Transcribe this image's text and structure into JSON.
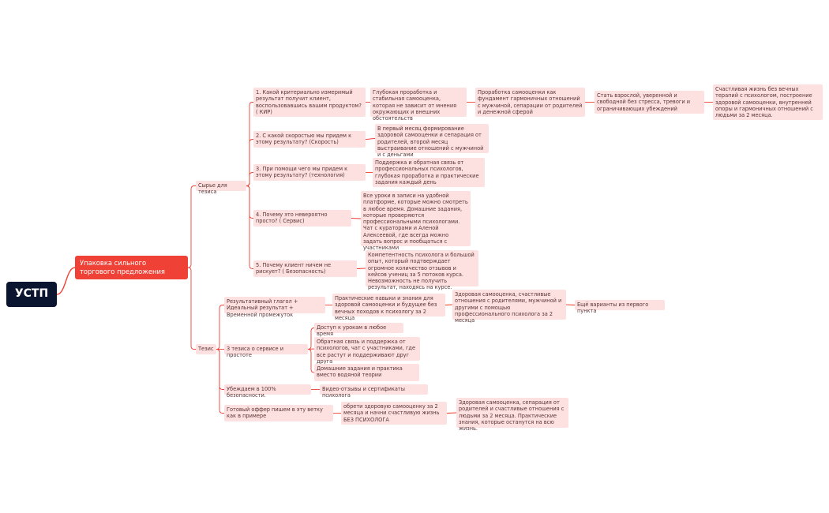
{
  "mindmap": {
    "root": "УСТП",
    "main": "Упаковка сильного торгового предложения",
    "branch1": {
      "label": "Сырье для тезиса",
      "q1": "1. Какой критериально измеримый результат получит клиент, воспользовавшись вашим продуктом? ( КИР)",
      "q1_a": "Глубокая проработка и стабильная самооценка, которая не зависит от мнения окружающих и внешних обстоятельств",
      "q1_b": "Проработка самооценки как фундамент гармоничных отношений с мужчиной, сепарации от родителей и денежной сферой",
      "q1_c": "Стать взрослой, уверенной и свободной без стресса, тревоги и ограничивающих убеждений",
      "q1_d": "Счастливая жизнь без вечных терапий с психологом, построение здоровой самооценки, внутренней опоры и гармоничных отношений с людьми за 2 месяца.",
      "q2": "2. С какой скоростью мы придем к этому результату? (Скорость)",
      "q2_a": "В первый месяц формирование здоровой самооценки и сепарация от родителей, второй месяц выстраивание отношений с мужчиной и с деньгами",
      "q3": "3. При помощи чего мы придем к этому результату? (технология)",
      "q3_a": "Поддержка и обратная связь от профессиональных психологов, глубокая проработка и практические задания каждый день",
      "q4": "4. Почему это невероятно просто? ( Сервис)",
      "q4_a": "Все уроки в записи на удобной платформе, которые можно смотреть в любое время. Домашние задания, которые проверяются профессиональными психологами. Чат с кураторами и Аленой Алексеевой, где всегда можно задать вопрос и пообщаться с участниками",
      "q5": "5. Почему клиент ничем не рискует? ( Безопасность)",
      "q5_a": "Компетентность психолога и большой опыт, который подтверждает огромное количество отзывов и кейсов учениц за 5 потоков курса. Невозможность не получить результат, находясь на курсе."
    },
    "branch2": {
      "label": "Тезис",
      "t1": "Результативный глагол + Идеальный результат + Временной промежуток",
      "t1_a": "Практические навыки и знания для здоровой самооценки и будущее без вечных походов к психологу за 2 месяца",
      "t1_b": "Здоровая самооценка, счастливые отношения с родителями, мужчиной и другими  с помощью профессионального психолога за 2 месяца",
      "t1_c": "Ещё варианты из первого пункта",
      "t2": "3 тезиса о сервисе и простоте",
      "t2_a": "Доступ к урокам в любое время",
      "t2_b": "Обратная связь и поддержка от психологов, чат с участниками, где все растут и поддерживают друг друга",
      "t2_c": "Домашние задания и практика вместо водяной теории",
      "t3": "Убеждаем в 100% безопасности.",
      "t3_a": "Видео-отзывы и сертификаты психолога",
      "t4": "Готовый оффер пишем в эту ветку как в примере",
      "t4_a": "обрети здоровую самооценку за 2 месяца и начни счастливую жизнь БЕЗ ПСИХОЛОГА",
      "t4_b": "Здоровая самооценка, сепарация от родителей и счастливые отношения с людьми за 2 месяца. Практические знания, которые останутся на всю жизнь."
    }
  },
  "colors": {
    "root_bg": "#0c1530",
    "main_bg": "#ef4136",
    "node_bg": "#fde1e1",
    "line": "#ef4136"
  }
}
